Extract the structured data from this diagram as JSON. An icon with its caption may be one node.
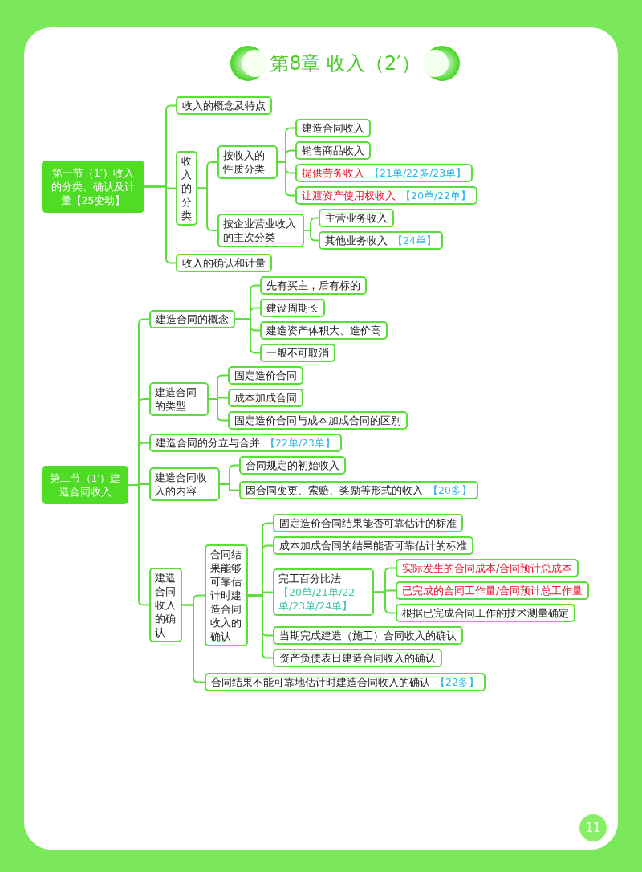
{
  "diagram": {
    "title": "第8章 收入（2′）",
    "nodes": [
      {
        "text": [
          "第一节（1′）收入的分类、确认及计量【25变动】"
        ]
      },
      {
        "text": [
          "收入的概念及特点"
        ]
      },
      {
        "text": [
          "收入的分类"
        ]
      },
      {
        "text": [
          "按收入的性质分类"
        ]
      },
      {
        "text": [
          "建造合同收入"
        ]
      },
      {
        "text": [
          "销售商品收入"
        ]
      },
      {
        "text": [
          "提供劳务收入",
          "【21单/22多/23单】"
        ]
      },
      {
        "text": [
          "让渡资产使用权收入",
          "【20单/22单】"
        ]
      },
      {
        "text": [
          "按企业营业收入的主次分类"
        ]
      },
      {
        "text": [
          "主营业务收入"
        ]
      },
      {
        "text": [
          "其他业务收入",
          "【24单】"
        ]
      },
      {
        "text": [
          "收入的确认和计量"
        ]
      },
      {
        "text": [
          "第二节（1′）建造合同收入"
        ]
      },
      {
        "text": [
          "建造合同的概念"
        ]
      },
      {
        "text": [
          "先有买主，后有标的"
        ]
      },
      {
        "text": [
          "建设周期长"
        ]
      },
      {
        "text": [
          "建造资产体积大、造价高"
        ]
      },
      {
        "text": [
          "一般不可取消"
        ]
      },
      {
        "text": [
          "建造合同的类型"
        ]
      },
      {
        "text": [
          "固定造价合同"
        ]
      },
      {
        "text": [
          "成本加成合同"
        ]
      },
      {
        "text": [
          "固定造价合同与成本加成合同的区别"
        ]
      },
      {
        "text": [
          "建造合同的分立与合并",
          "【22单/23单】"
        ]
      },
      {
        "text": [
          "建造合同收入的内容"
        ]
      },
      {
        "text": [
          "合同规定的初始收入"
        ]
      },
      {
        "text": [
          "因合同变更、索赔、奖励等形式的收入",
          "【20多】"
        ]
      },
      {
        "text": [
          "建造合同收入的确认"
        ]
      },
      {
        "text": [
          "合同结果能够可靠估计时建造合同收入的确认"
        ]
      },
      {
        "text": [
          "固定造价合同结果能否可靠估计的标准"
        ]
      },
      {
        "text": [
          "成本加成合同的结果能否可靠估计的标准"
        ]
      },
      {
        "text": [
          "完工百分比法",
          "【20单/21单/22单/23单/24单】"
        ]
      },
      {
        "text": [
          "实际发生的合同成本/合同预计总成本"
        ]
      },
      {
        "text": [
          "已完成的合同工作量/合同预计总工作量"
        ]
      },
      {
        "text": [
          "根据已完成合同工作的技术测量确定"
        ]
      },
      {
        "text": [
          "当期完成建造（施工）合同收入的确认"
        ]
      },
      {
        "text": [
          "资产负债表日建造合同收入的确认"
        ]
      },
      {
        "text": [
          "合同结果不能可靠地估计时建造合同收入的确认",
          "【22多】"
        ]
      }
    ],
    "edges": [
      {
        "from": 0,
        "to": 1,
        "arrow": "none"
      },
      {
        "from": 0,
        "to": 2,
        "arrow": "none"
      },
      {
        "from": 0,
        "to": 11,
        "arrow": "none"
      },
      {
        "from": 2,
        "to": 3,
        "arrow": "none"
      },
      {
        "from": 2,
        "to": 8,
        "arrow": "none"
      },
      {
        "from": 3,
        "to": 4,
        "arrow": "none"
      },
      {
        "from": 3,
        "to": 5,
        "arrow": "none"
      },
      {
        "from": 3,
        "to": 6,
        "arrow": "none"
      },
      {
        "from": 3,
        "to": 7,
        "arrow": "none"
      },
      {
        "from": 8,
        "to": 9,
        "arrow": "none"
      },
      {
        "from": 8,
        "to": 10,
        "arrow": "none"
      },
      {
        "from": 12,
        "to": 13,
        "arrow": "none"
      },
      {
        "from": 12,
        "to": 18,
        "arrow": "none"
      },
      {
        "from": 12,
        "to": 22,
        "arrow": "none"
      },
      {
        "from": 12,
        "to": 23,
        "arrow": "none"
      },
      {
        "from": 12,
        "to": 26,
        "arrow": "none"
      },
      {
        "from": 13,
        "to": 14,
        "arrow": "none"
      },
      {
        "from": 13,
        "to": 15,
        "arrow": "none"
      },
      {
        "from": 13,
        "to": 16,
        "arrow": "none"
      },
      {
        "from": 13,
        "to": 17,
        "arrow": "none"
      },
      {
        "from": 18,
        "to": 19,
        "arrow": "none"
      },
      {
        "from": 18,
        "to": 20,
        "arrow": "none"
      },
      {
        "from": 18,
        "to": 21,
        "arrow": "none"
      },
      {
        "from": 23,
        "to": 24,
        "arrow": "none"
      },
      {
        "from": 23,
        "to": 25,
        "arrow": "none"
      },
      {
        "from": 26,
        "to": 27,
        "arrow": "none"
      },
      {
        "from": 26,
        "to": 36,
        "arrow": "none"
      },
      {
        "from": 27,
        "to": 28,
        "arrow": "none"
      },
      {
        "from": 27,
        "to": 29,
        "arrow": "none"
      },
      {
        "from": 27,
        "to": 30,
        "arrow": "none"
      },
      {
        "from": 27,
        "to": 34,
        "arrow": "none"
      },
      {
        "from": 27,
        "to": 35,
        "arrow": "none"
      },
      {
        "from": 30,
        "to": 31,
        "arrow": "none"
      },
      {
        "from": 30,
        "to": 32,
        "arrow": "none"
      },
      {
        "from": 30,
        "to": 33,
        "arrow": "none"
      }
    ],
    "labels": [
      "11"
    ]
  }
}
